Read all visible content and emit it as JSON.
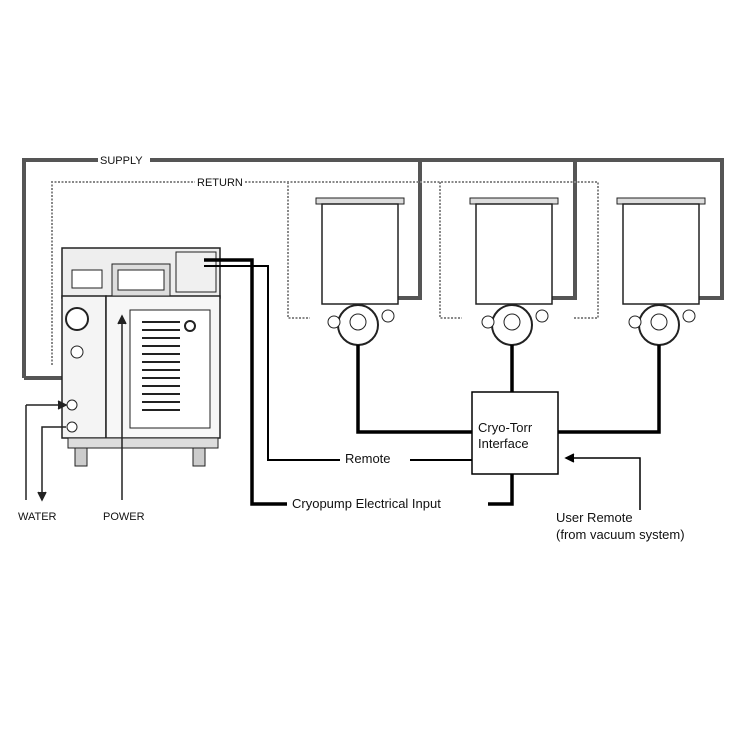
{
  "lines": {
    "supply": "SUPPLY",
    "return": "RETURN"
  },
  "labels": {
    "water": "WATER",
    "power": "POWER",
    "remote": "Remote",
    "cryopump_input": "Cryopump Electrical Input",
    "user_remote_line1": "User Remote",
    "user_remote_line2": "(from vacuum system)"
  },
  "interface_box": {
    "line1": "Cryo-Torr",
    "line2": "Interface"
  },
  "colors": {
    "supply_line": "#555555",
    "return_line": "#777777",
    "cable": "#000000",
    "outline": "#222222",
    "equipment_fill": "#eeeeee"
  },
  "components": {
    "compressor": "compressor-unit",
    "cryopumps": [
      "cryopump-1",
      "cryopump-2",
      "cryopump-3"
    ]
  }
}
